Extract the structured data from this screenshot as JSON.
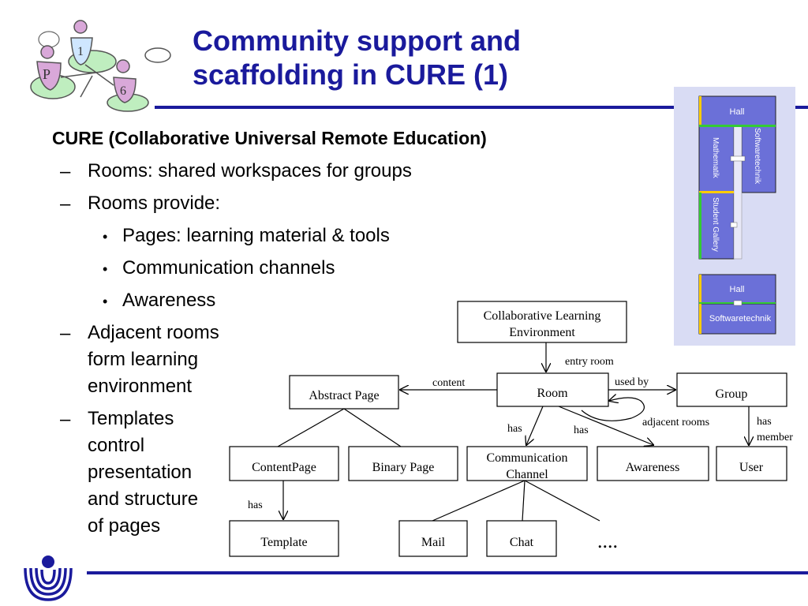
{
  "title": "Community support and scaffolding in CURE (1)",
  "heading": "CURE (Collaborative Universal Remote Education)",
  "items": [
    {
      "marker": "–",
      "text": "Rooms: shared workspaces for groups"
    },
    {
      "marker": "–",
      "text": "Rooms provide:"
    },
    {
      "marker": "•",
      "text": "Pages: learning material & tools"
    },
    {
      "marker": "•",
      "text": "Communication channels"
    },
    {
      "marker": "•",
      "text": "Awareness"
    },
    {
      "marker": "–",
      "text": "Adjacent rooms\nform learning\nenvironment"
    },
    {
      "marker": "–",
      "text": "Templates\ncontrol\npresentation\nand structure\nof pages"
    }
  ],
  "room_map": {
    "top": {
      "hall": "Hall",
      "mathematik": "Mathematik",
      "softwaretechnik": "Softwaretechnik",
      "student_gallery": "Student Gallery"
    },
    "bottom": {
      "hall": "Hall",
      "softwaretechnik": "Softwaretechnik"
    },
    "colors": {
      "room_fill": "#6b70d8",
      "panel": "#d9dcf4",
      "door_green": "#33cc33",
      "door_yellow": "#ffcc00"
    }
  },
  "diagram": {
    "nodes": {
      "cle_line1": "Collaborative Learning",
      "cle_line2": "Environment",
      "room": "Room",
      "abstract_page": "Abstract Page",
      "group": "Group",
      "content_page": "ContentPage",
      "binary_page": "Binary Page",
      "comm_line1": "Communication",
      "comm_line2": "Channel",
      "awareness": "Awareness",
      "user": "User",
      "template": "Template",
      "mail": "Mail",
      "chat": "Chat",
      "ellipsis": "...."
    },
    "edges": {
      "entry_room": "entry room",
      "content": "content",
      "used_by": "used by",
      "adjacent_rooms": "adjacent rooms",
      "has_comm": "has",
      "has_awareness": "has",
      "has_member_1": "has",
      "has_member_2": "member",
      "has_template": "has"
    }
  },
  "logo": {
    "color": "#1a1a9c"
  }
}
